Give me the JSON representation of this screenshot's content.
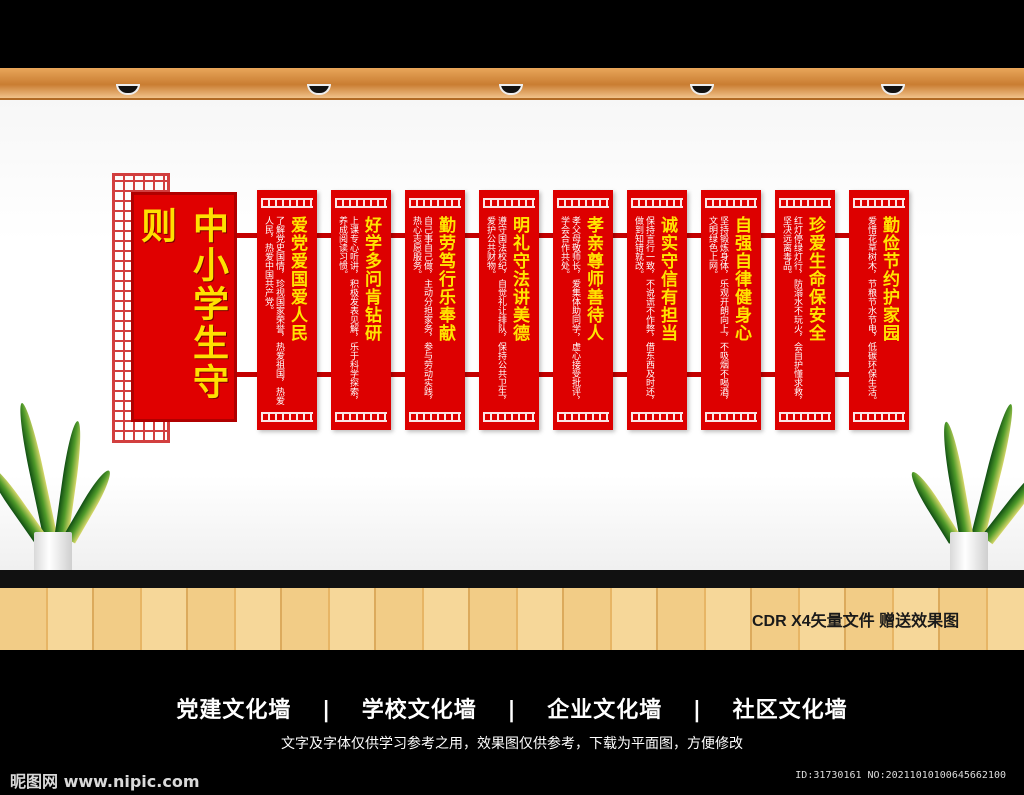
{
  "title": "中小学生守则",
  "panels": [
    {
      "heading": "爱党爱国爱人民",
      "body": "了解党史国情，珍视国家荣誉，热爱祖国，热爱人民，热爱中国共产党。"
    },
    {
      "heading": "好学多问肯钻研",
      "body": "上课专心听讲，积极发表见解，乐于科学探索，养成阅读习惯。"
    },
    {
      "heading": "勤劳笃行乐奉献",
      "body": "自己事自己做，主动分担家务，参与劳动实践，热心志愿服务。"
    },
    {
      "heading": "明礼守法讲美德",
      "body": "遵守国法校纪，自觉礼让排队，保持公共卫生，爱护公共财物。"
    },
    {
      "heading": "孝亲尊师善待人",
      "body": "孝父母敬师长，爱集体助同学，虚心接受批评，学会合作共处。"
    },
    {
      "heading": "诚实守信有担当",
      "body": "保持言行一致，不说谎不作弊，借东西及时还，做到知错就改。"
    },
    {
      "heading": "自强自律健身心",
      "body": "坚持锻炼身体，乐观开朗向上，不吸烟不喝酒，文明绿色上网。"
    },
    {
      "heading": "珍爱生命保安全",
      "body": "红灯停绿灯行，防溺水不玩火，会自护懂求救，坚决远离毒品。"
    },
    {
      "heading": "勤俭节约护家园",
      "body": "爱惜花草树木，节粮节水节电，低碳环保生活。"
    }
  ],
  "tag": "CDR X4矢量文件  赠送效果图",
  "footer": {
    "items": [
      "党建文化墙",
      "学校文化墙",
      "企业文化墙",
      "社区文化墙"
    ],
    "separator": "|",
    "note": "文字及字体仅供学习参考之用，效果图仅供参考，下载为平面图，方便修改"
  },
  "watermark": "昵图网 www.nipic.com",
  "image_id": "ID:31730161 NO:20211010100645662100",
  "colors": {
    "panel_red": "#dd0000",
    "heading_yellow": "#ffe400",
    "floor_wood": "#f2cc86"
  }
}
